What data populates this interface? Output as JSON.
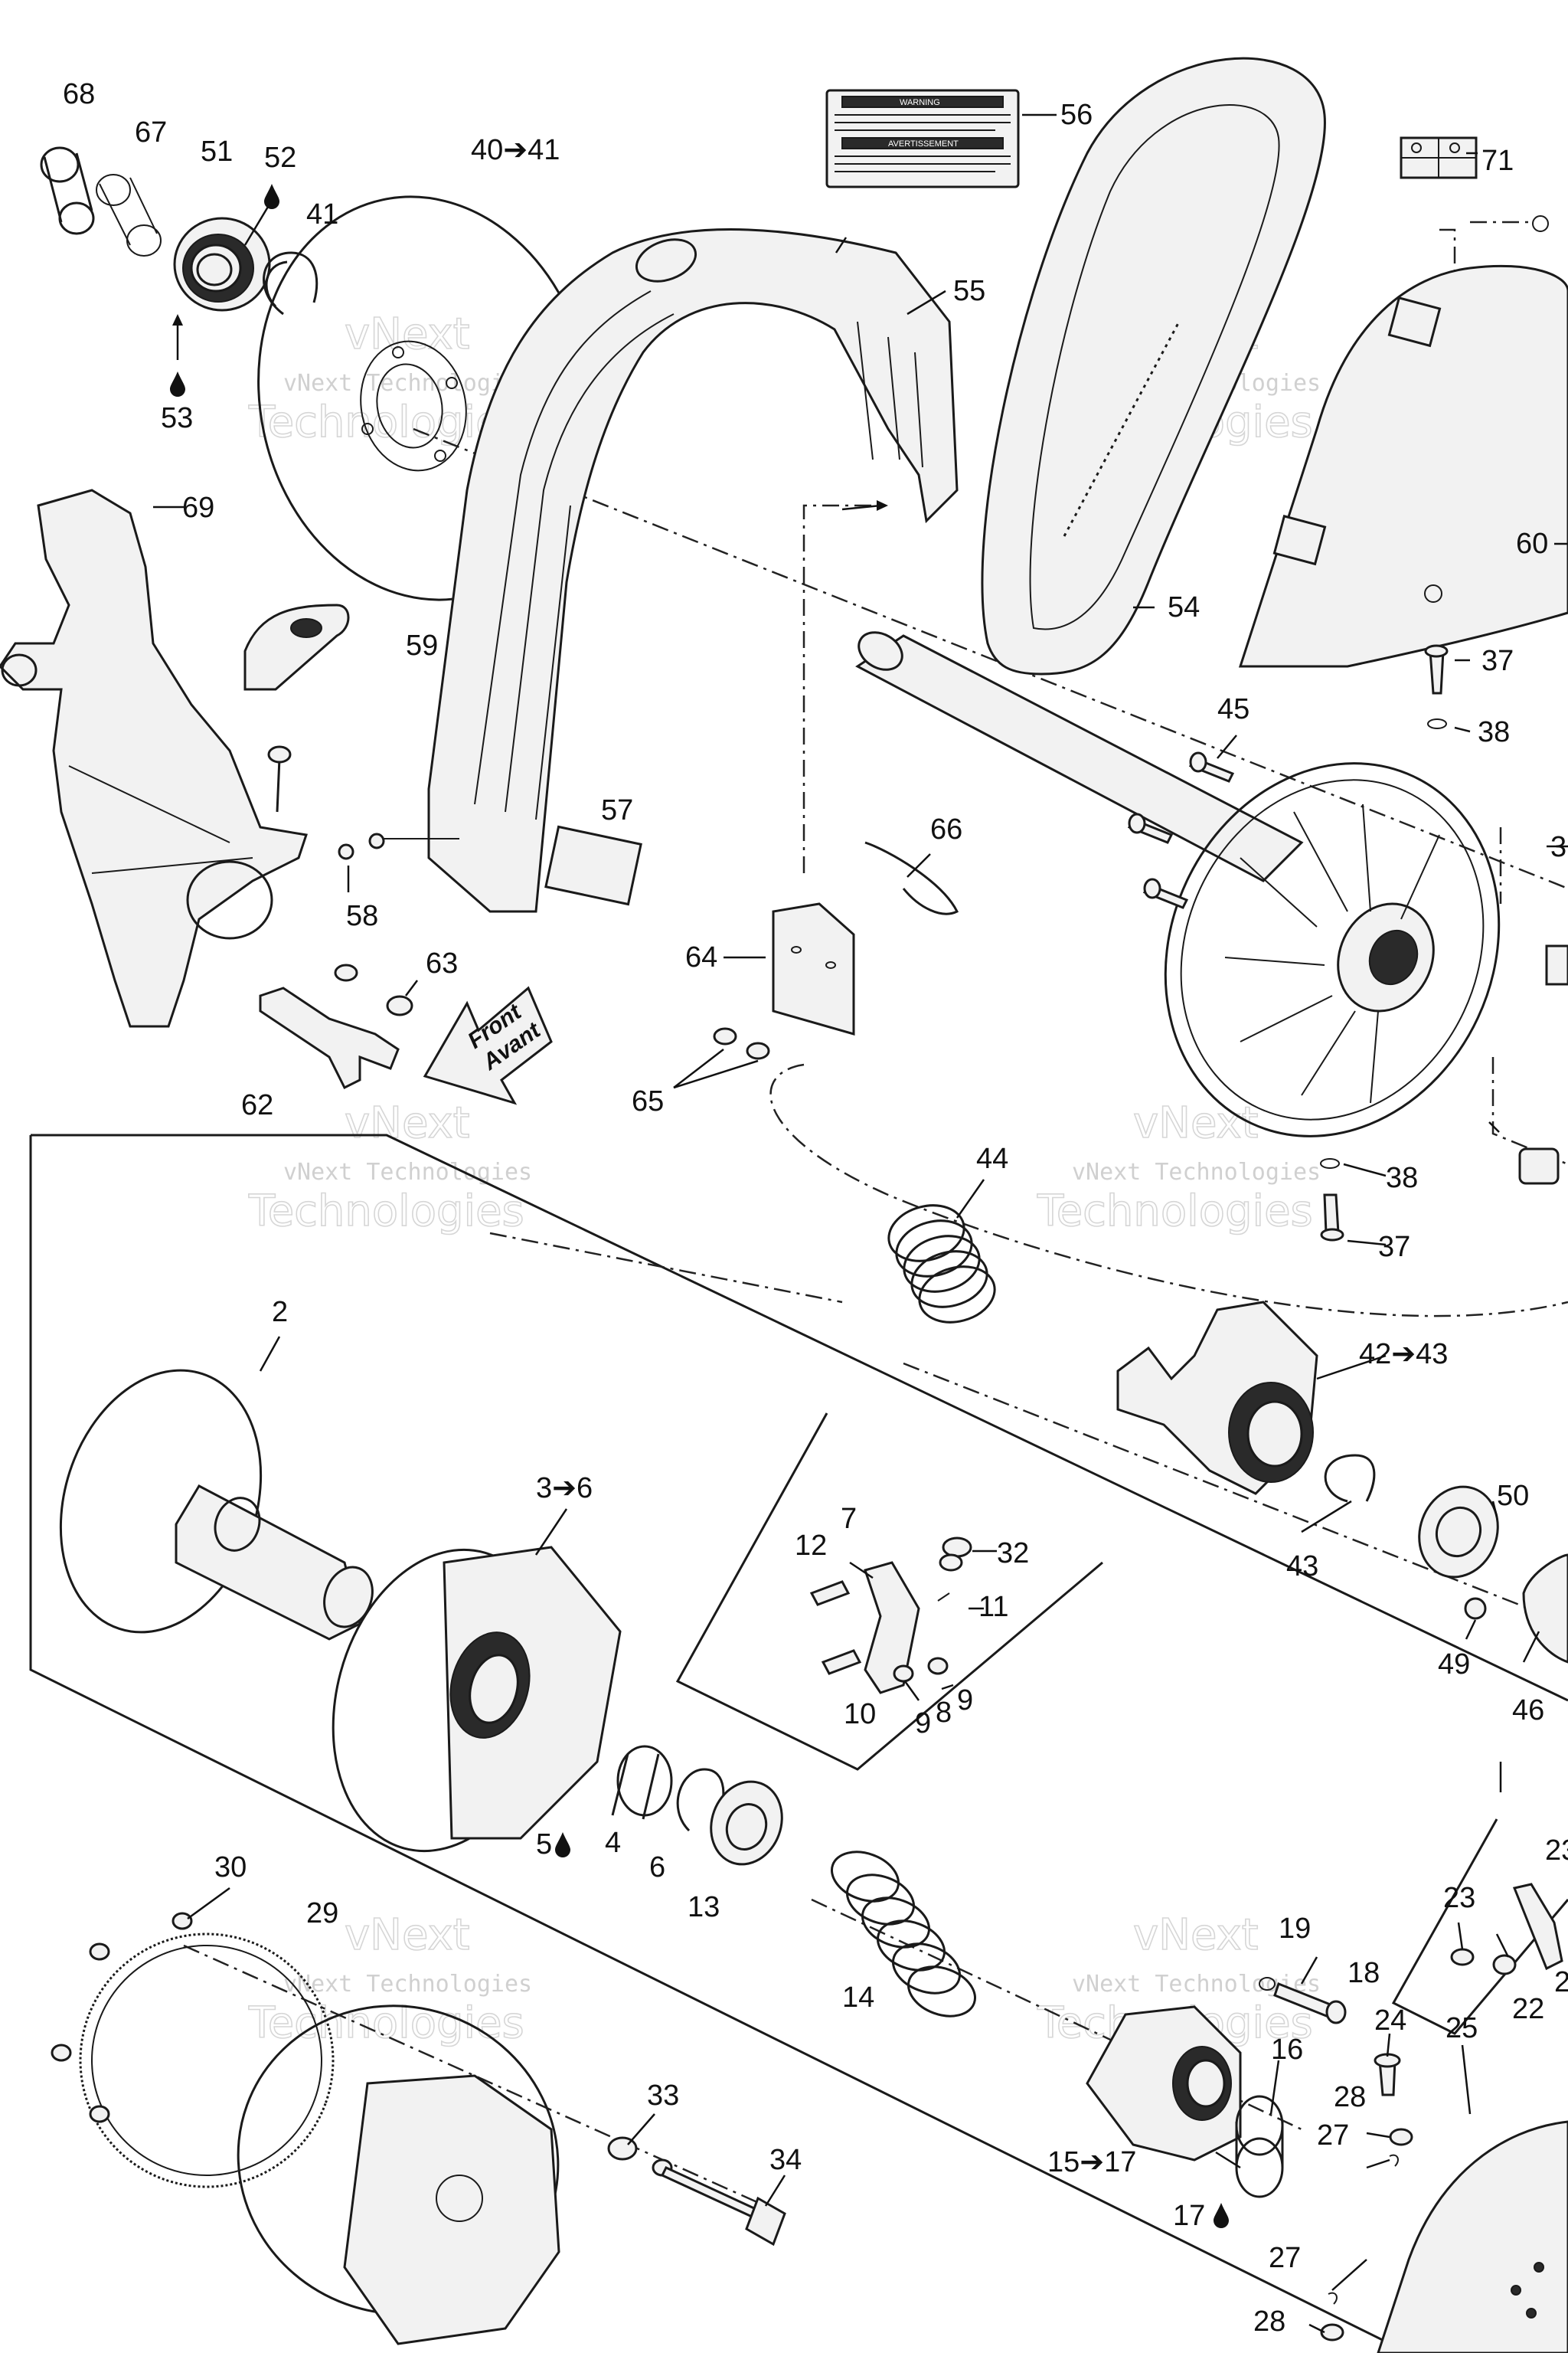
{
  "callouts": [
    {
      "id": "c68",
      "text": "68"
    },
    {
      "id": "c67",
      "text": "67"
    },
    {
      "id": "c51",
      "text": "51"
    },
    {
      "id": "c52",
      "text": "52"
    },
    {
      "id": "c41a",
      "text": "41"
    },
    {
      "id": "c53",
      "text": "53"
    },
    {
      "id": "c40",
      "text": "40➔41"
    },
    {
      "id": "c56",
      "text": "56"
    },
    {
      "id": "c55",
      "text": "55"
    },
    {
      "id": "c71",
      "text": "71"
    },
    {
      "id": "c69",
      "text": "69"
    },
    {
      "id": "c59",
      "text": "59"
    },
    {
      "id": "c60",
      "text": "60"
    },
    {
      "id": "c54",
      "text": "54"
    },
    {
      "id": "c37a",
      "text": "37"
    },
    {
      "id": "c38a",
      "text": "38"
    },
    {
      "id": "c45",
      "text": "45"
    },
    {
      "id": "c57",
      "text": "57"
    },
    {
      "id": "c66",
      "text": "66"
    },
    {
      "id": "c3r",
      "text": "3"
    },
    {
      "id": "c58",
      "text": "58"
    },
    {
      "id": "c63",
      "text": "63"
    },
    {
      "id": "c64",
      "text": "64"
    },
    {
      "id": "c62",
      "text": "62"
    },
    {
      "id": "c65",
      "text": "65"
    },
    {
      "id": "c44",
      "text": "44"
    },
    {
      "id": "c38b",
      "text": "38"
    },
    {
      "id": "c37b",
      "text": "37"
    },
    {
      "id": "c2",
      "text": "2"
    },
    {
      "id": "c42",
      "text": "42➔43"
    },
    {
      "id": "c50",
      "text": "50"
    },
    {
      "id": "c36",
      "text": "3➔6"
    },
    {
      "id": "c7",
      "text": "7"
    },
    {
      "id": "c12",
      "text": "12"
    },
    {
      "id": "c32",
      "text": "32"
    },
    {
      "id": "c43",
      "text": "43"
    },
    {
      "id": "c11",
      "text": "11"
    },
    {
      "id": "c49",
      "text": "49"
    },
    {
      "id": "c46",
      "text": "46"
    },
    {
      "id": "c10",
      "text": "10"
    },
    {
      "id": "c9a",
      "text": "9"
    },
    {
      "id": "c8",
      "text": "8"
    },
    {
      "id": "c9b",
      "text": "9"
    },
    {
      "id": "c5",
      "text": "5"
    },
    {
      "id": "c4",
      "text": "4"
    },
    {
      "id": "c6",
      "text": "6"
    },
    {
      "id": "c13",
      "text": "13"
    },
    {
      "id": "c23a",
      "text": "23"
    },
    {
      "id": "c23b",
      "text": "23"
    },
    {
      "id": "c30",
      "text": "30"
    },
    {
      "id": "c29",
      "text": "29"
    },
    {
      "id": "c14",
      "text": "14"
    },
    {
      "id": "c19",
      "text": "19"
    },
    {
      "id": "c18",
      "text": "18"
    },
    {
      "id": "c22",
      "text": "22"
    },
    {
      "id": "c2r",
      "text": "2"
    },
    {
      "id": "c24",
      "text": "24"
    },
    {
      "id": "c25",
      "text": "25"
    },
    {
      "id": "c16",
      "text": "16"
    },
    {
      "id": "c28a",
      "text": "28"
    },
    {
      "id": "c27a",
      "text": "27"
    },
    {
      "id": "c33",
      "text": "33"
    },
    {
      "id": "c34",
      "text": "34"
    },
    {
      "id": "c15",
      "text": "15➔17"
    },
    {
      "id": "c17",
      "text": "17"
    },
    {
      "id": "c27b",
      "text": "27"
    },
    {
      "id": "c28b",
      "text": "28"
    }
  ],
  "front_arrow": {
    "line1": "Front",
    "line2": "Avant"
  },
  "warning_label": {
    "title1": "WARNING",
    "title2": "AVERTISSEMENT"
  },
  "watermark": {
    "line1": "vNext Technologies",
    "line2": "vNext",
    "line3": "Technologies"
  }
}
